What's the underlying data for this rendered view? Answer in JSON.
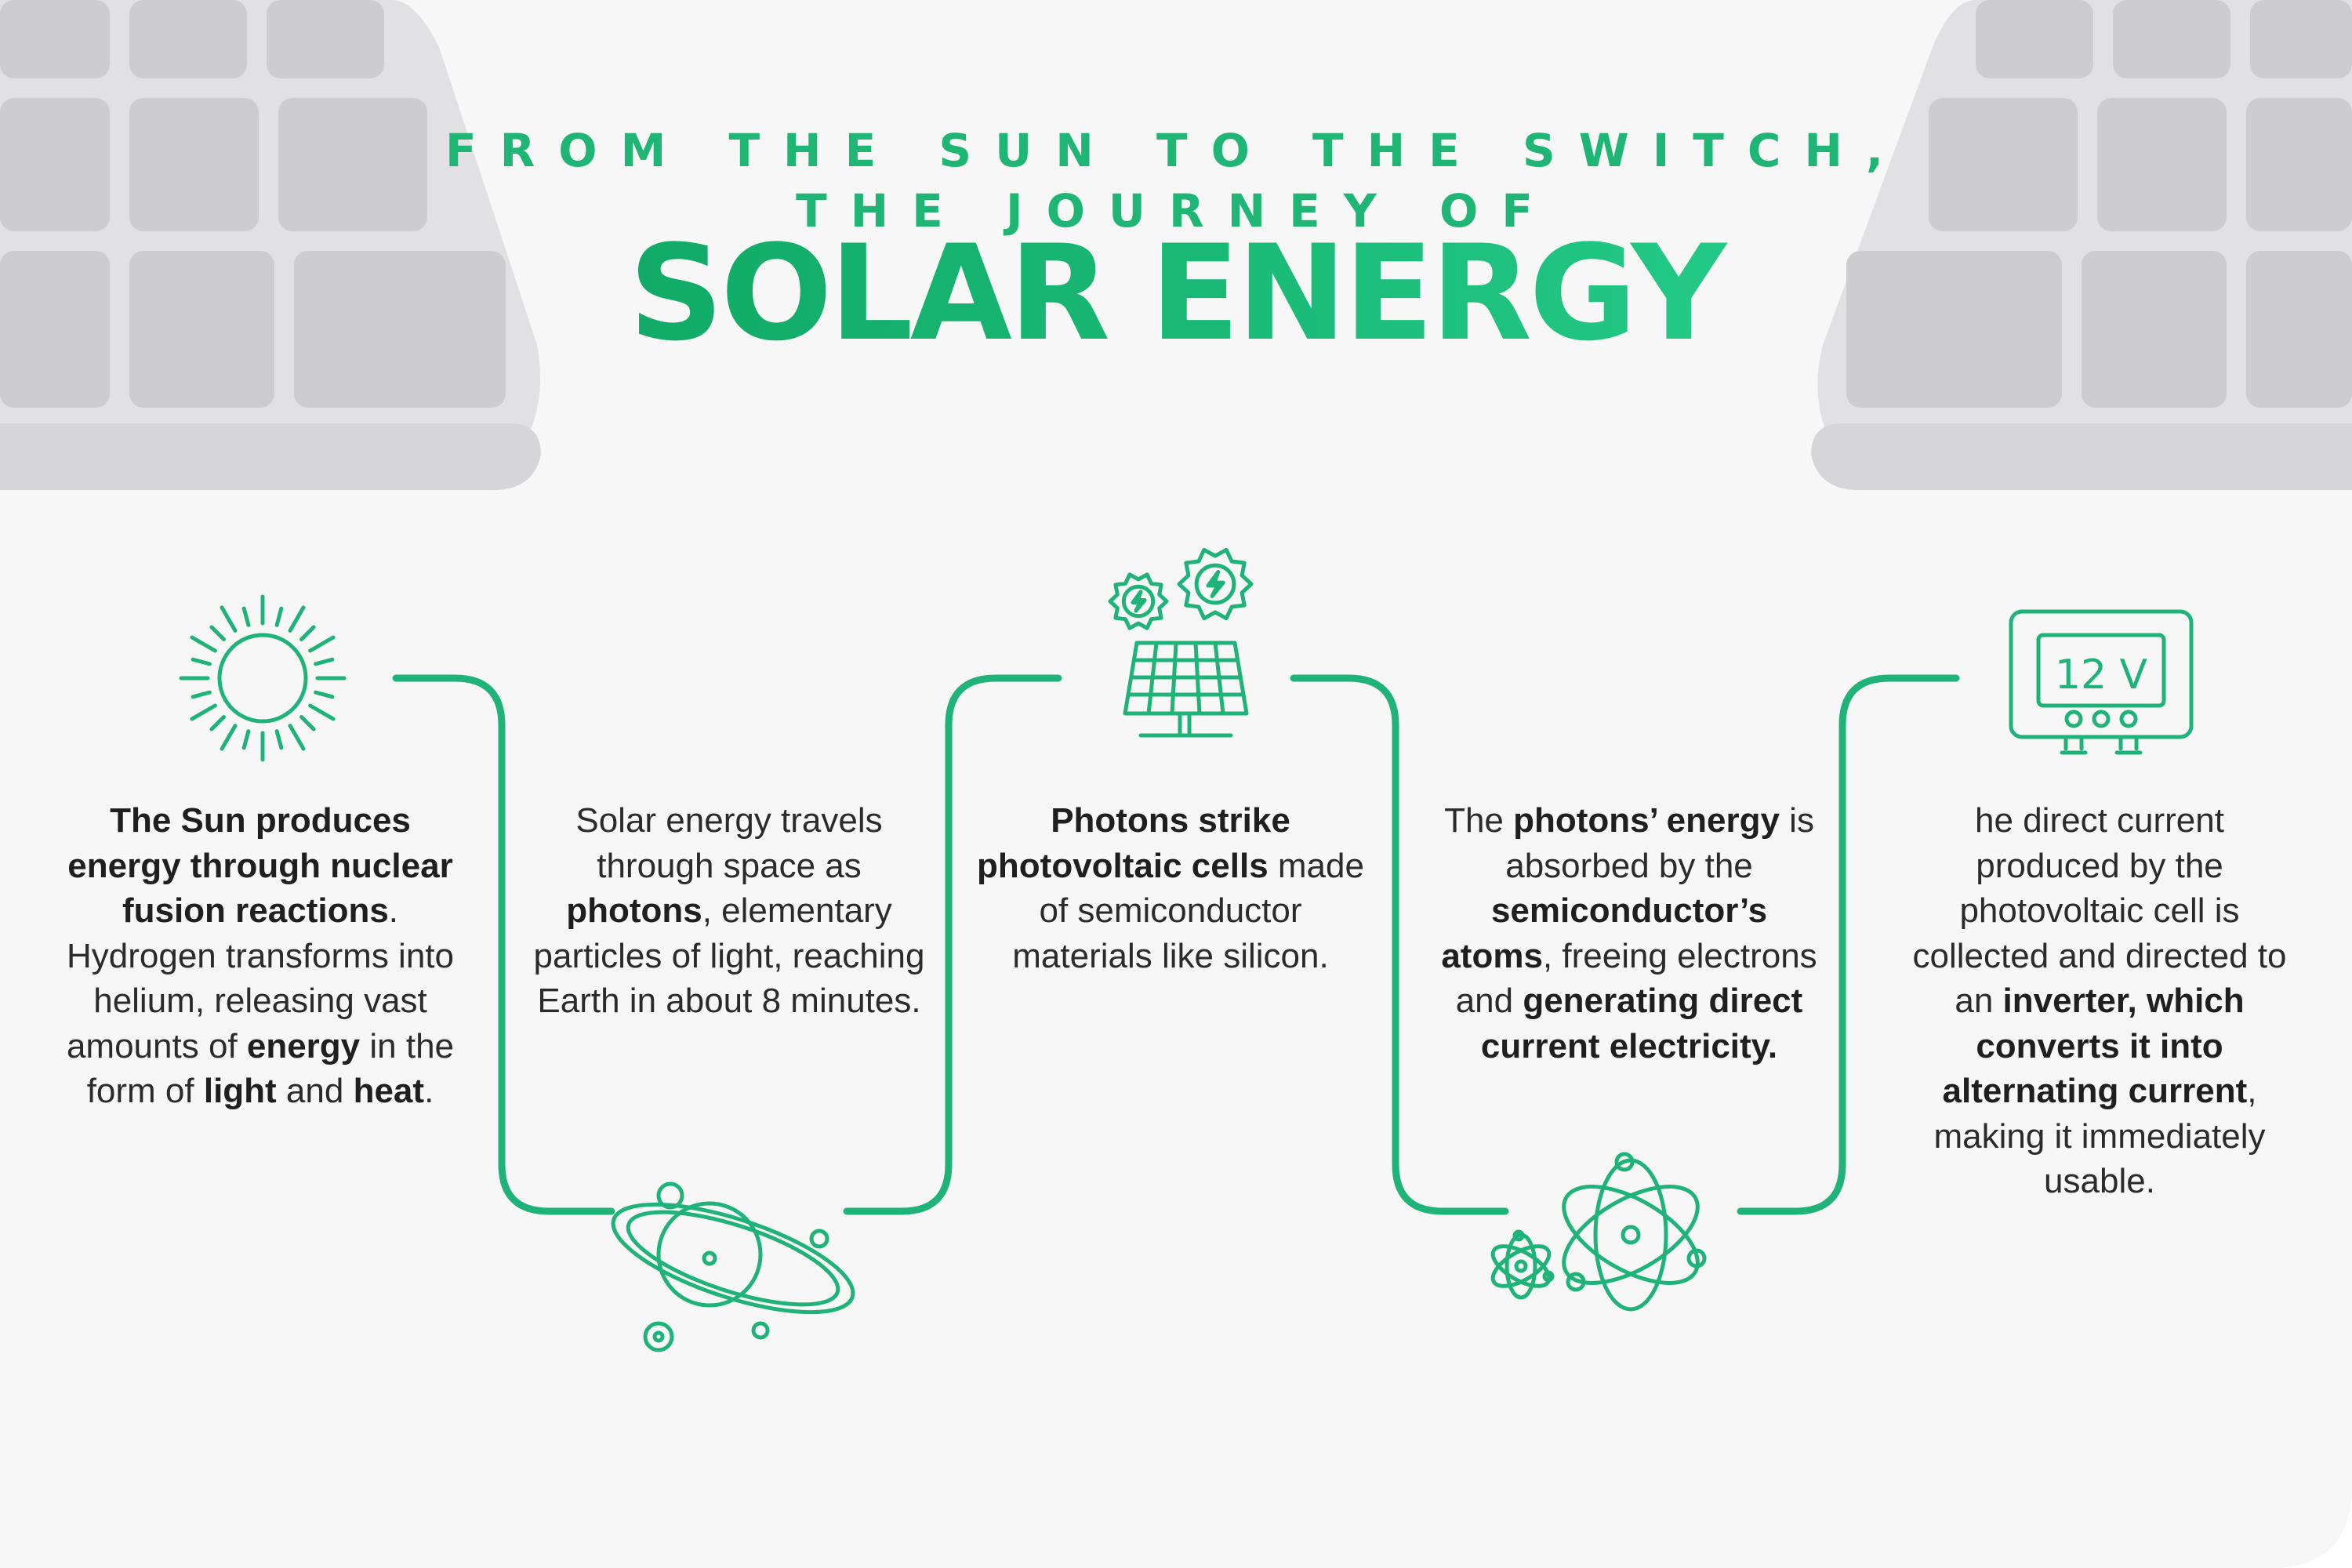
{
  "header": {
    "kicker_line1": "FROM THE SUN TO THE SWITCH,",
    "kicker_line2": "THE JOURNEY OF",
    "title": "SOLAR ENERGY"
  },
  "colors": {
    "accent": "#1fb37a",
    "title_gradient_start": "#099a58",
    "title_gradient_end": "#2ddc98",
    "panel_gray": "#e4e4e6",
    "background": "#f7f7f7"
  },
  "steps": [
    {
      "icon": "sun-icon",
      "parts": [
        {
          "text": "The Sun produces energy through nuclear fusion reactions",
          "bold": true
        },
        {
          "text": ". Hydrogen transforms into helium, releasing vast amounts of ",
          "bold": false
        },
        {
          "text": "energy",
          "bold": true
        },
        {
          "text": " in the form of ",
          "bold": false
        },
        {
          "text": "light",
          "bold": true
        },
        {
          "text": " and ",
          "bold": false
        },
        {
          "text": "heat",
          "bold": true
        },
        {
          "text": ".",
          "bold": false
        }
      ]
    },
    {
      "icon": "planet-icon",
      "parts": [
        {
          "text": "Solar energy travels through space as ",
          "bold": false
        },
        {
          "text": "photons",
          "bold": true
        },
        {
          "text": ", elementary particles of light, reaching Earth in about 8 minutes.",
          "bold": false
        }
      ]
    },
    {
      "icon": "solar-panel-icon",
      "parts": [
        {
          "text": "Photons strike photovoltaic cells",
          "bold": true
        },
        {
          "text": " made of semiconductor materials like silicon.",
          "bold": false
        }
      ]
    },
    {
      "icon": "atom-icon",
      "parts": [
        {
          "text": "The ",
          "bold": false
        },
        {
          "text": "photons’ energy",
          "bold": true
        },
        {
          "text": " is absorbed by the ",
          "bold": false
        },
        {
          "text": "semiconductor’s atoms",
          "bold": true
        },
        {
          "text": ", freeing electrons and ",
          "bold": false
        },
        {
          "text": "generating direct current electricity.",
          "bold": true
        }
      ]
    },
    {
      "icon": "inverter-icon",
      "parts": [
        {
          "text": "he direct current produced by the photovoltaic cell is collected and directed to an ",
          "bold": false
        },
        {
          "text": "inverter, which converts it into alternating current",
          "bold": true
        },
        {
          "text": ", making it immediately usable.",
          "bold": false
        }
      ]
    }
  ],
  "inverter_display": "12 V"
}
